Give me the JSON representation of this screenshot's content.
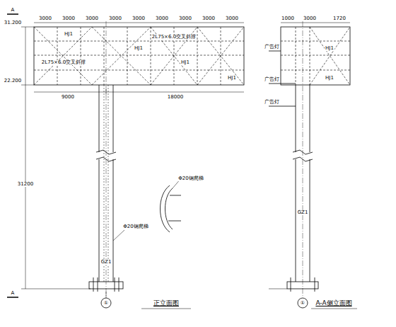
{
  "diagram": {
    "labels": [
      "31.200",
      "22.200",
      "3000",
      "3000",
      "3000",
      "3000",
      "3000",
      "3000",
      "3000",
      "3000",
      "3000",
      "9000",
      "18000",
      "31200",
      "HJ1",
      "HJ1",
      "HJ1",
      "HJ1",
      "2L75×6.0交叉斜撑",
      "2L75×6.0交叉斜撑",
      "GZ1",
      "Φ20钢爬梯",
      "Φ20钢爬梯",
      "正立面图",
      "A-A侧立面图",
      "A",
      "A",
      "①",
      "①",
      "1000",
      "3000",
      "1720",
      "广告灯",
      "广告灯",
      "广告灯",
      "GZ1",
      "HJ1",
      "HJ1"
    ]
  }
}
